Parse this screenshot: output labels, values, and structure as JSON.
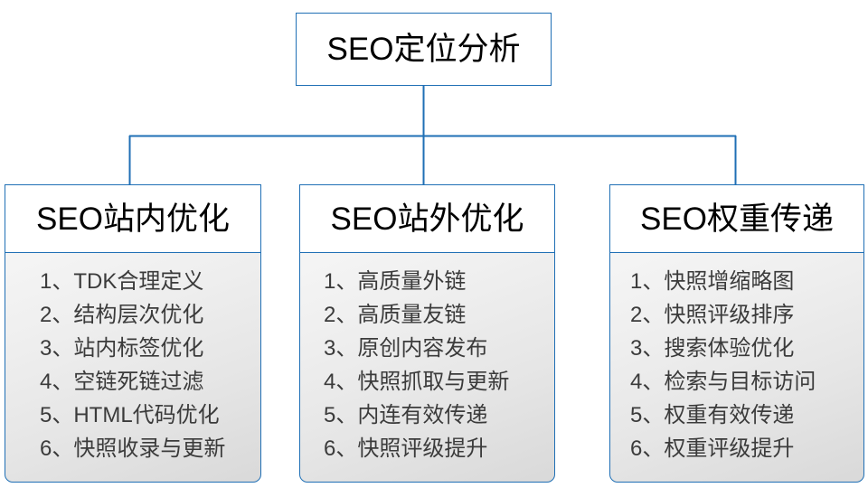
{
  "diagram": {
    "type": "org-chart",
    "title": "SEO定位分析",
    "accent_color": "#1F6FB5",
    "background_color": "#FFFFFF",
    "text_color": "#000000",
    "list_text_color": "#3B3B3B",
    "root": {
      "label": "SEO定位分析"
    },
    "branches": [
      {
        "id": "on-site",
        "header": "SEO站内优化",
        "items": [
          "1、TDK合理定义",
          "2、结构层次优化",
          "3、站内标签优化",
          "4、空链死链过滤",
          "5、HTML代码优化",
          "6、快照收录与更新"
        ]
      },
      {
        "id": "off-site",
        "header": "SEO站外优化",
        "items": [
          "1、高质量外链",
          "2、高质量友链",
          "3、原创内容发布",
          "4、快照抓取与更新",
          "5、内连有效传递",
          "6、快照评级提升"
        ]
      },
      {
        "id": "weight-transfer",
        "header": "SEO权重传递",
        "items": [
          "1、快照增缩略图",
          "2、快照评级排序",
          "3、搜索体验优化",
          "4、检索与目标访问",
          "5、权重有效传递",
          "6、权重评级提升"
        ]
      }
    ]
  }
}
